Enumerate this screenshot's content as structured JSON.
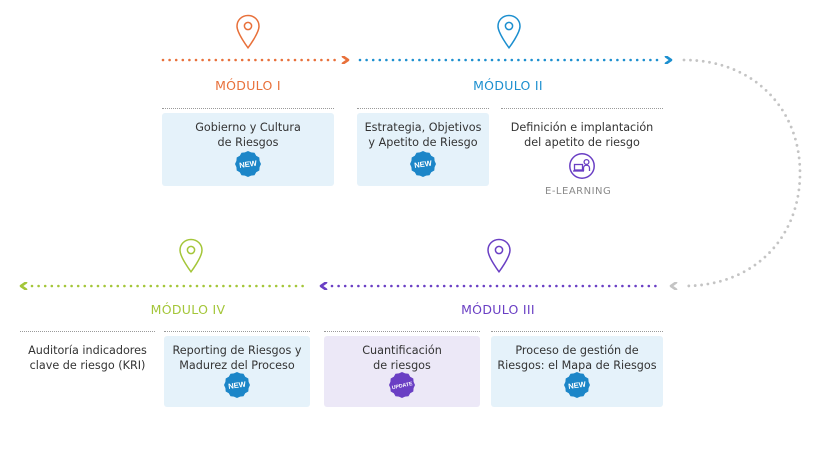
{
  "colors": {
    "module1": "#e8703a",
    "module2": "#1c8fcf",
    "module3": "#6a3fc4",
    "module4": "#a4c639",
    "connector": "#c4c4c4",
    "card_blue": "#e5f2fa",
    "card_purple": "#ece8f7",
    "badge_new": "#1c86c8",
    "badge_update": "#6a3fc4"
  },
  "modules": [
    {
      "id": "m1",
      "label": "MÓDULO I",
      "icon": "map-pin-icon"
    },
    {
      "id": "m2",
      "label": "MÓDULO II",
      "icon": "map-pin-icon"
    },
    {
      "id": "m3",
      "label": "MÓDULO III",
      "icon": "map-pin-icon"
    },
    {
      "id": "m4",
      "label": "MÓDULO IV",
      "icon": "map-pin-icon"
    }
  ],
  "courses": [
    {
      "module": "MÓDULO I",
      "title_line1": "Gobierno y Cultura",
      "title_line2": "de Riesgos",
      "badge": "NEW"
    },
    {
      "module": "MÓDULO II",
      "title_line1": "Estrategia, Objetivos",
      "title_line2": "y Apetito de Riesgo",
      "badge": "NEW"
    },
    {
      "module": "MÓDULO II",
      "title_line1": "Definición e implantación",
      "title_line2": "del apetito de riesgo",
      "format_icon": "e-learning-icon",
      "format_label": "E-LEARNING"
    },
    {
      "module": "MÓDULO III",
      "title_line1": "Proceso de gestión de",
      "title_line2": "Riesgos: el Mapa de Riesgos",
      "badge": "NEW"
    },
    {
      "module": "MÓDULO III",
      "title_line1": "Cuantificación",
      "title_line2": "de riesgos",
      "badge": "UPDATE"
    },
    {
      "module": "MÓDULO IV",
      "title_line1": "Reporting de Riesgos y",
      "title_line2": "Madurez del Proceso",
      "badge": "NEW"
    },
    {
      "module": "MÓDULO IV",
      "title_line1": "Auditoría indicadores",
      "title_line2": "clave de riesgo (KRI)"
    }
  ]
}
